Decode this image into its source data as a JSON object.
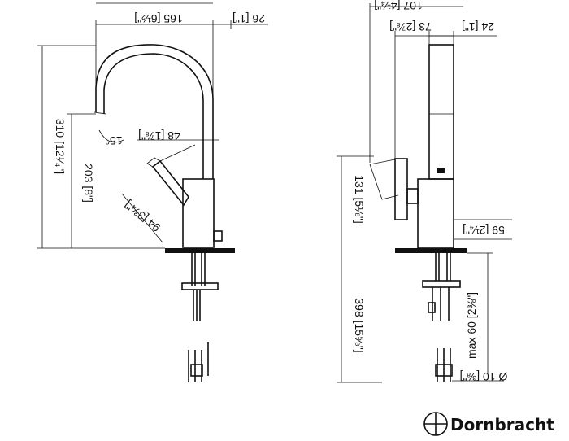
{
  "side_view": {
    "overall_height": "310 [12¹⁄₄\"]",
    "spout_height": "203 [8\"]",
    "reach": "165 [6½\"]",
    "handle_offset": "26 [1\"]",
    "spout_width": "48 [1⅞\"]",
    "tilt_angle": "15°",
    "lever_length": "94 [3¾\"]"
  },
  "front_view": {
    "overall_width": "107 [4¼\"]",
    "body_width": "73 [2⅞\"]",
    "spout_depth": "24 [1\"]",
    "handle_height": "131 [5⅛\"]",
    "base_height": "59 [2¼\"]",
    "supply_length": "398 [15⅝\"]",
    "deck_thickness": "max 60 [2⅜\"]",
    "hole_diameter": "Ø 10 [⅜\"]"
  },
  "brand": {
    "name": "Dornbracht"
  },
  "colors": {
    "line": "#111111",
    "background": "#ffffff"
  }
}
